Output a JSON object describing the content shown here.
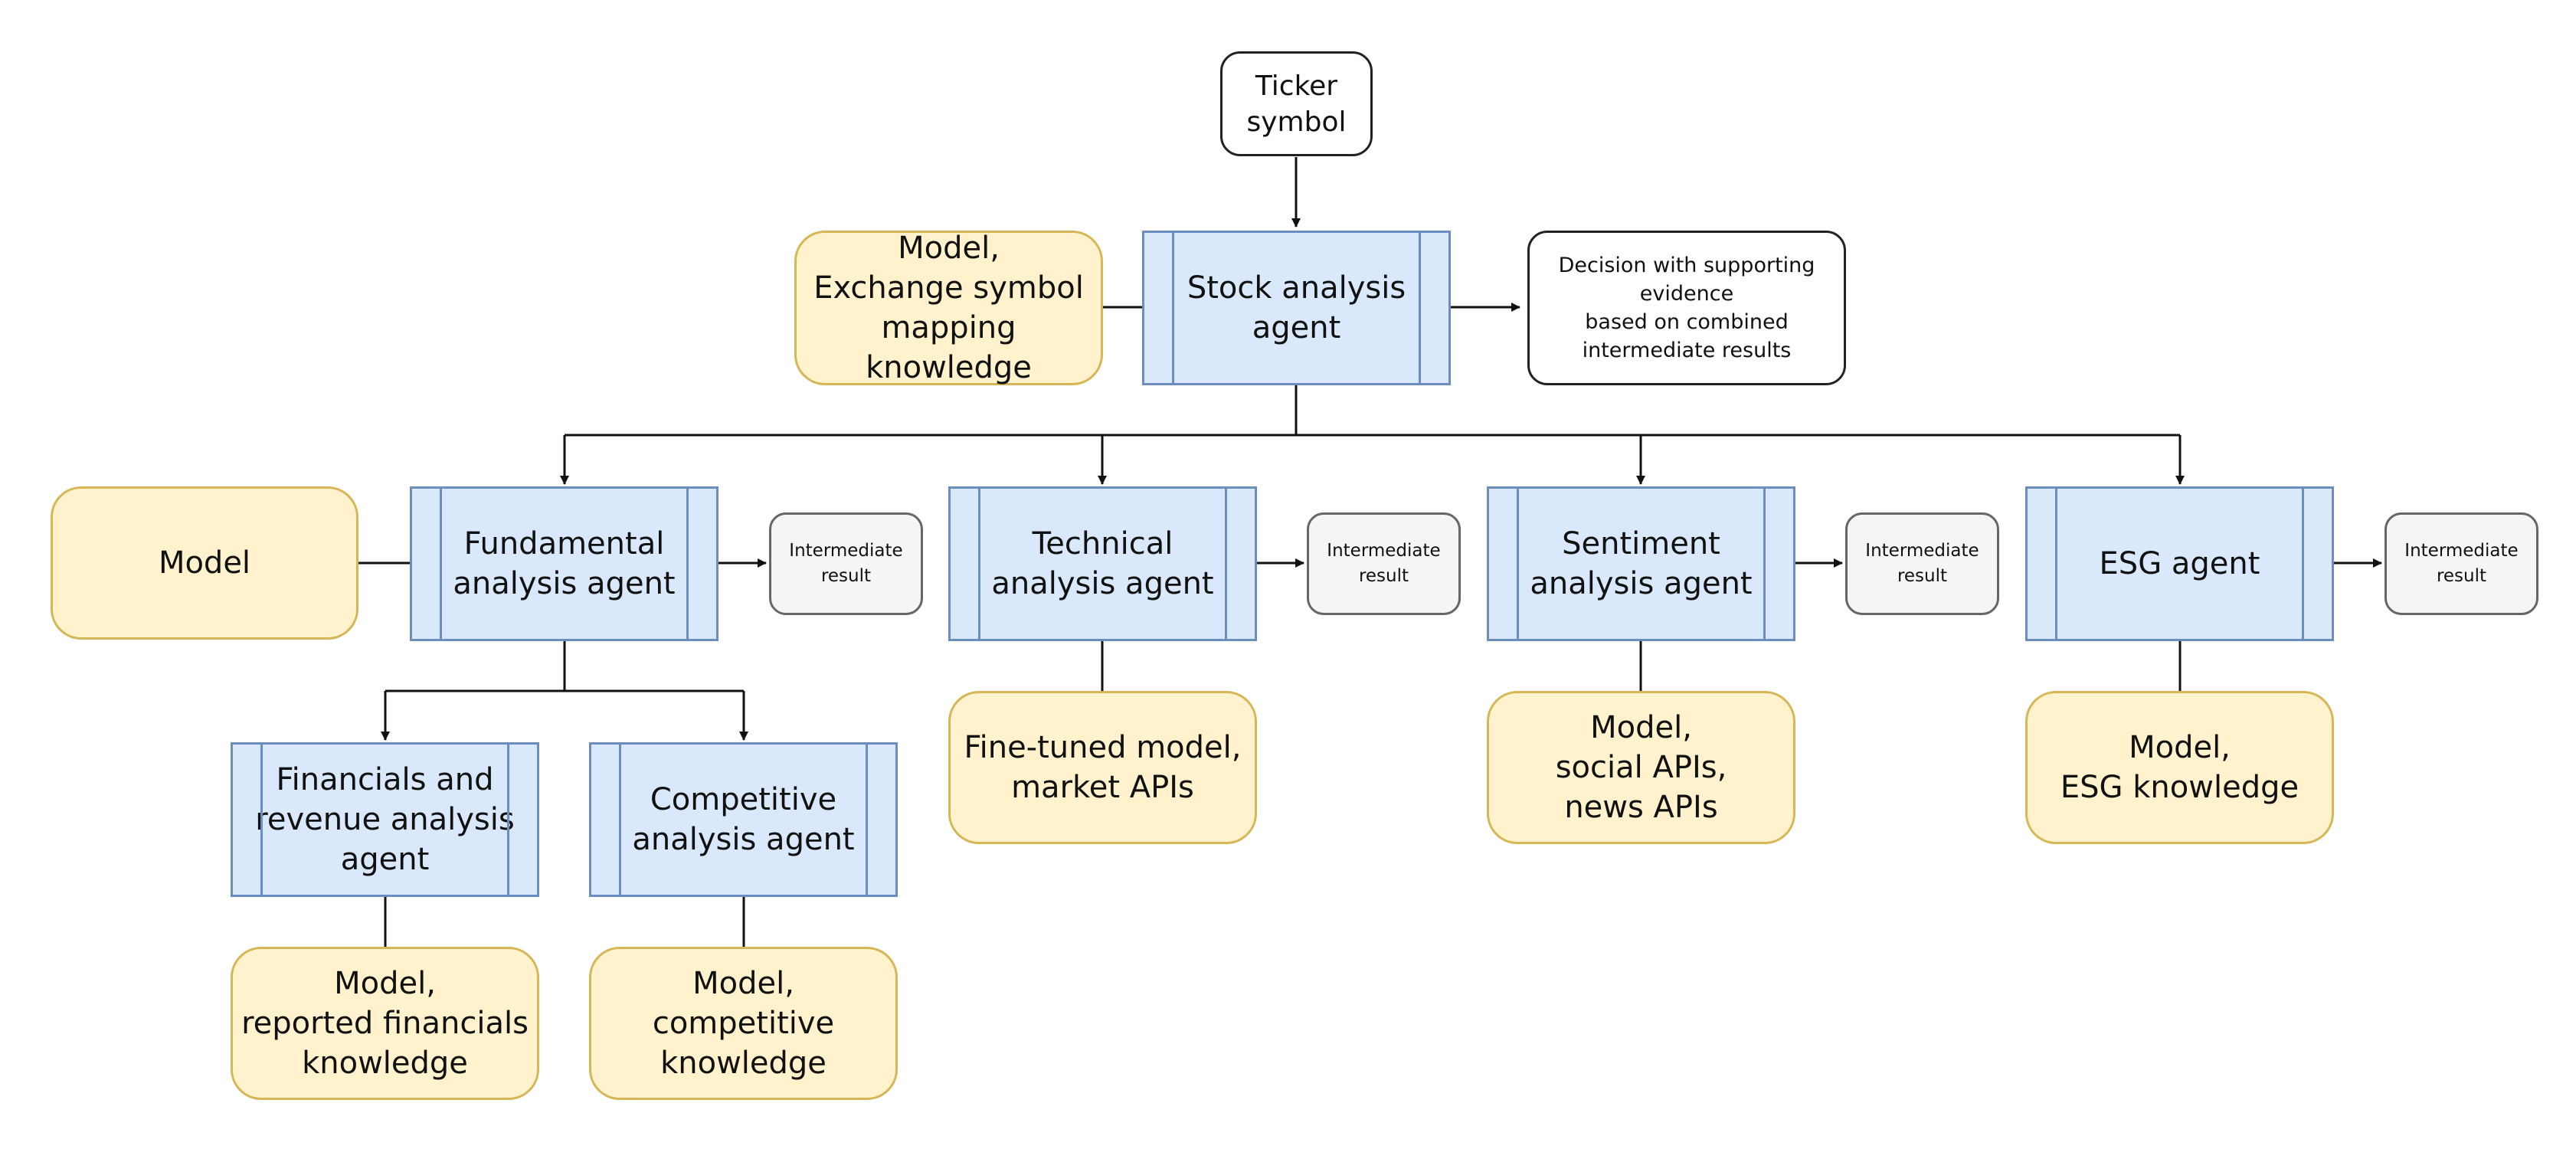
{
  "nodes": {
    "ticker": "Ticker\nsymbol",
    "stock_agent": "Stock analysis\nagent",
    "stock_knowledge": "Model,\nExchange symbol\nmapping knowledge",
    "decision": "Decision with supporting\nevidence\nbased on combined\nintermediate results",
    "fundamental_model": "Model",
    "fundamental_agent": "Fundamental\nanalysis agent",
    "fundamental_result": "Intermediate\nresult",
    "technical_agent": "Technical\nanalysis agent",
    "technical_result": "Intermediate\nresult",
    "technical_knowledge": "Fine-tuned model,\nmarket APIs",
    "sentiment_agent": "Sentiment\nanalysis agent",
    "sentiment_result": "Intermediate\nresult",
    "sentiment_knowledge": "Model,\nsocial APIs,\nnews APIs",
    "esg_agent": "ESG agent",
    "esg_result": "Intermediate\nresult",
    "esg_knowledge": "Model,\nESG knowledge",
    "financials_agent": "Financials and\nrevenue analysis\nagent",
    "financials_knowledge": "Model,\nreported financials\nknowledge",
    "competitive_agent": "Competitive\nanalysis agent",
    "competitive_knowledge": "Model,\ncompetitive\nknowledge"
  },
  "colors": {
    "agent_fill": "#dae8fc",
    "agent_stroke": "#6c8ebf",
    "knowledge_fill": "#fff2cc",
    "knowledge_stroke": "#d6b656",
    "result_fill": "#f5f5f5",
    "result_stroke": "#666666",
    "edge": "#111111"
  }
}
